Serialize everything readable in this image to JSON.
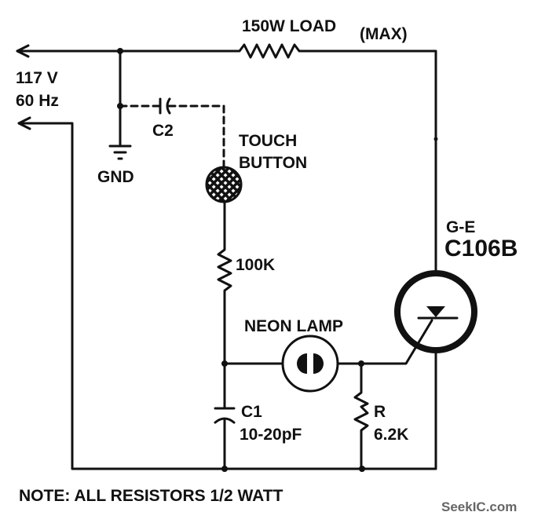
{
  "labels": {
    "load": "150W LOAD",
    "load_max": "(MAX)",
    "voltage": "117 V",
    "frequency": "60 Hz",
    "c2": "C2",
    "gnd": "GND",
    "touch_line1": "TOUCH",
    "touch_line2": "BUTTON",
    "scr_maker": "G-E",
    "scr_part": "C106B",
    "r_100k": "100K",
    "neon": "NEON LAMP",
    "c1": "C1",
    "c1_value": "10-20pF",
    "r": "R",
    "r_value": "6.2K",
    "note": "NOTE: ALL RESISTORS 1/2 WATT"
  },
  "watermark": "SeekIC.com"
}
